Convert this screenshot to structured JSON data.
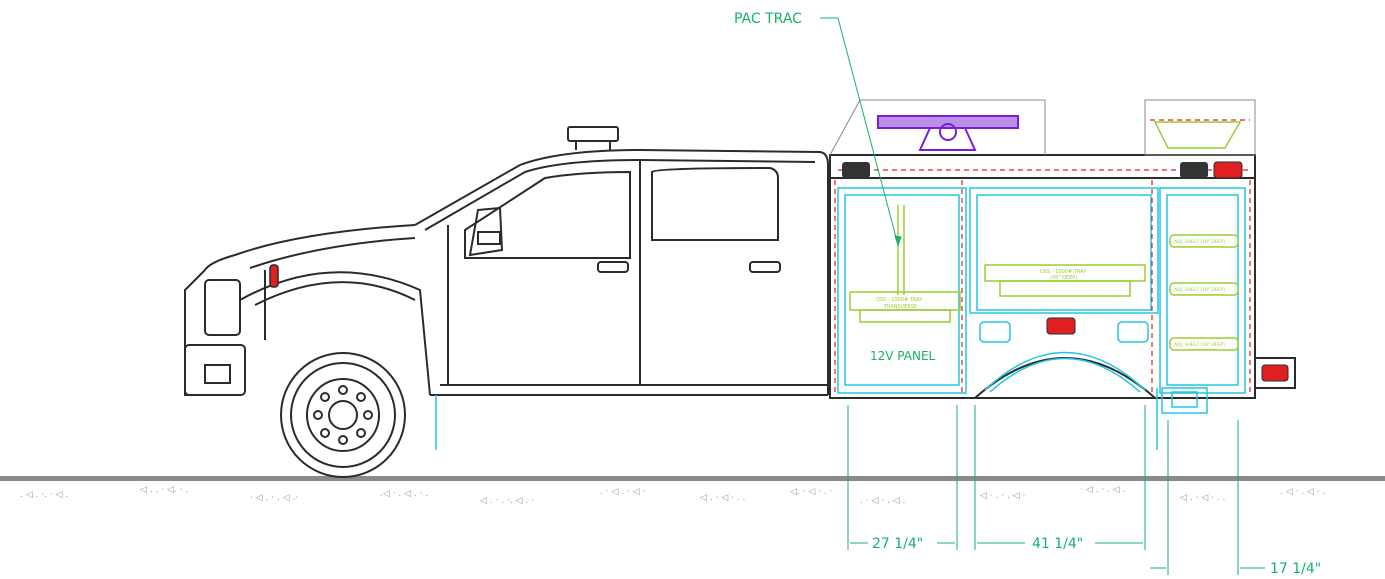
{
  "labels": {
    "pac_trac": "PAC TRAC",
    "panel_12v": "12V PANEL",
    "tray_left_line1": "OSS - 1000# TRAY",
    "tray_left_line2": "TRANSVERSE",
    "tray_mid_line1": "OSS - 1000# TRAY",
    "tray_mid_line2": "(45\" DEEP)",
    "shelf_label": "ADJ. SHELF (18\" DEEP)"
  },
  "dimensions": {
    "dim1": "27 1/4\"",
    "dim2": "41 1/4\"",
    "dim3": "17 1/4\""
  },
  "colors": {
    "body": "#2b2b2b",
    "dim": "#17b26a",
    "cyan": "#22c6e0",
    "red": "#e02020",
    "lime": "#9acd32",
    "purple": "#7a1fd6",
    "ground": "#888888"
  }
}
